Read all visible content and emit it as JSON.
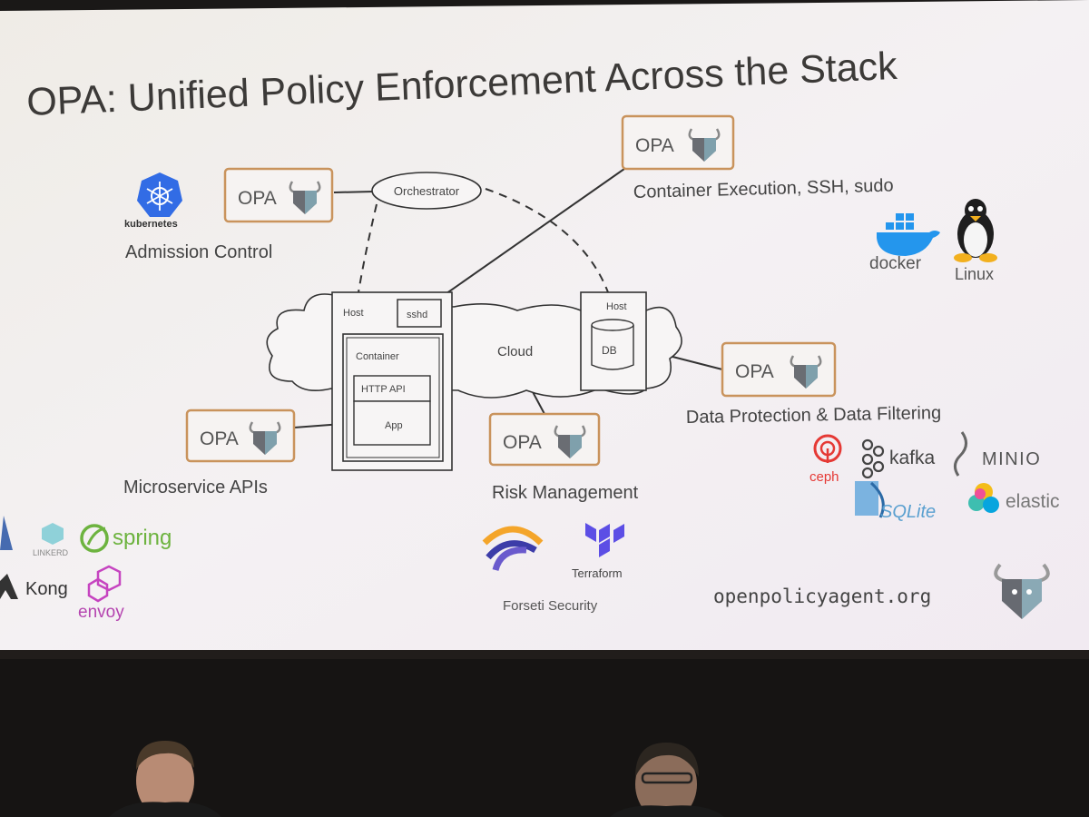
{
  "slide": {
    "title": "OPA: Unified Policy Enforcement Across the Stack",
    "opa_label": "OPA",
    "orchestrator": "Orchestrator",
    "host": "Host",
    "host2": "Host",
    "sshd": "sshd",
    "container": "Container",
    "http_api": "HTTP API",
    "app": "App",
    "cloud": "Cloud",
    "db": "DB",
    "captions": {
      "admission": "Admission Control",
      "container_exec": "Container Execution, SSH, sudo",
      "microservice": "Microservice APIs",
      "risk": "Risk Management",
      "data_protection": "Data Protection & Data Filtering"
    },
    "logos": {
      "kubernetes": "kubernetes",
      "docker": "docker",
      "linux": "Linux",
      "ceph": "ceph",
      "kafka": "kafka",
      "minio": "MINIO",
      "sqlite": "SQLite",
      "elastic": "elastic",
      "linkerd": "LINKERD",
      "spring": "spring",
      "kong": "Kong",
      "envoy": "envoy",
      "forseti": "Forseti Security",
      "terraform": "Terraform"
    },
    "url": "openpolicyagent.org"
  },
  "colors": {
    "opa_border": "#c9935c",
    "text": "#3a3a3a",
    "slide_bg": "#f4f0f2",
    "k8s_blue": "#326ce5",
    "docker_blue": "#2496ed"
  }
}
